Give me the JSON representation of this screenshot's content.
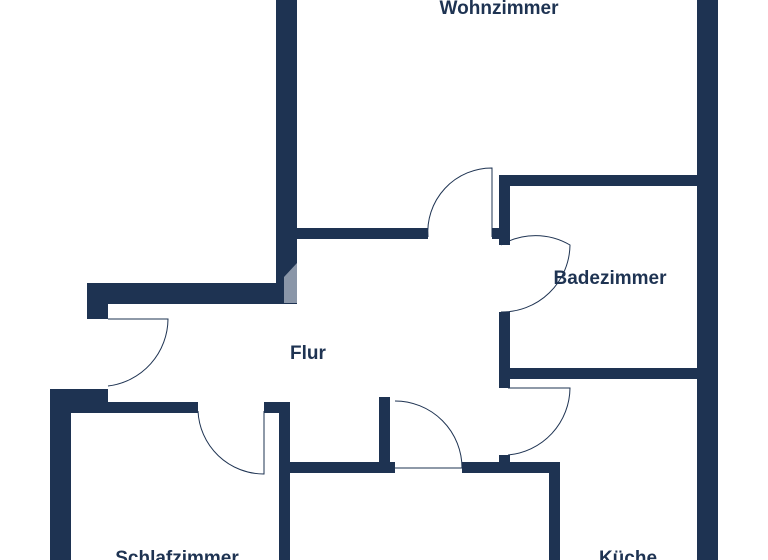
{
  "plan": {
    "wall_color": "#1e3352",
    "background": "#ffffff",
    "rooms": {
      "wohnzimmer": "Wohnzimmer",
      "badezimmer": "Badezimmer",
      "flur": "Flur",
      "schlafzimmer": "Schlafzimmer",
      "kueche": "Küche"
    }
  }
}
